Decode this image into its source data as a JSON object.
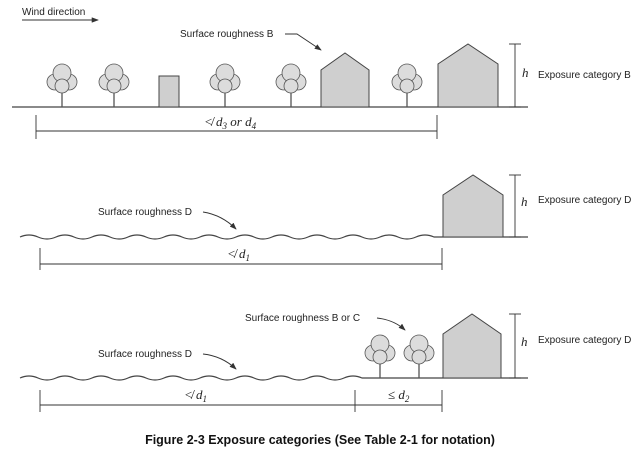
{
  "diagram": {
    "wind_direction_label": "Wind direction",
    "panel_b": {
      "roughness_label": "Surface roughness B",
      "height_label": "h",
      "exposure_label": "Exposure category B",
      "distance_label_prefix": "≮ d",
      "distance_sub_1": "3",
      "distance_middle": " or d",
      "distance_sub_2": "4"
    },
    "panel_d1": {
      "roughness_label": "Surface roughness D",
      "height_label": "h",
      "exposure_label": "Exposure category D",
      "distance_label_prefix": "≮ d",
      "distance_sub": "1"
    },
    "panel_d2": {
      "roughness_label_d": "Surface roughness D",
      "roughness_label_bc": "Surface roughness B or C",
      "height_label": "h",
      "exposure_label": "Exposure category D",
      "distance1_prefix": "≮ d",
      "distance1_sub": "1",
      "distance2_prefix": "≤ d",
      "distance2_sub": "2"
    },
    "caption": "Figure 2-3  Exposure categories (See Table 2-1 for notation)"
  }
}
